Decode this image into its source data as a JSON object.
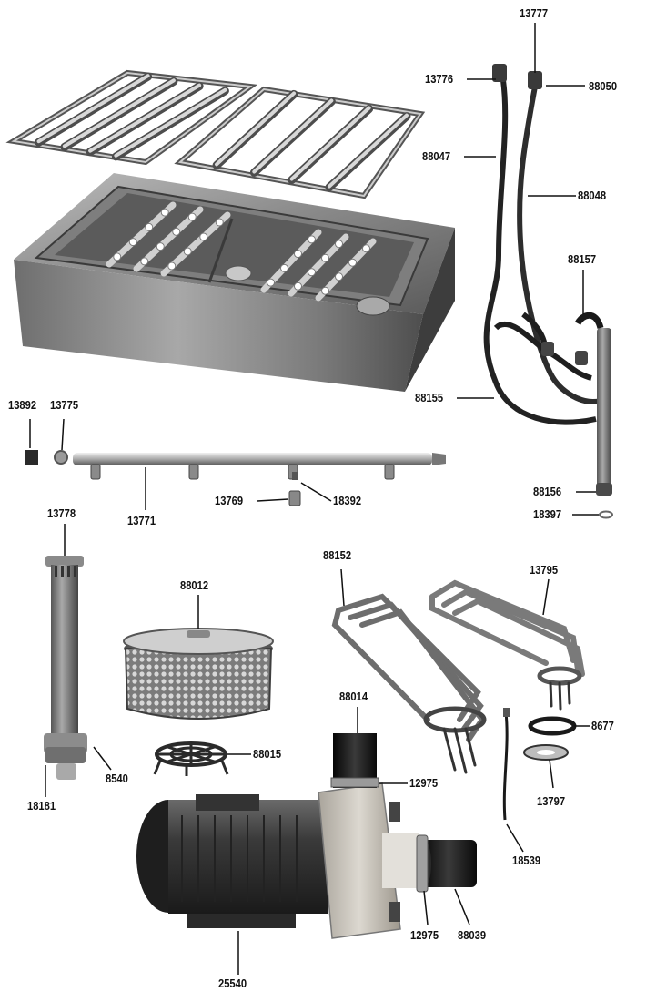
{
  "diagram": {
    "parts": [
      {
        "id": "spray-arm-rack-upper",
        "component": "spray arm rack assembly"
      },
      {
        "id": "wash-tank",
        "component": "stainless wash tank"
      },
      {
        "id": "wash-arm",
        "component": "wash arm tube"
      },
      {
        "id": "hoses",
        "component": "supply hoses and manifold"
      },
      {
        "id": "overflow-tube",
        "component": "overflow standpipe"
      },
      {
        "id": "filter-basket",
        "component": "pump filter basket"
      },
      {
        "id": "filter-grid",
        "component": "filter grid"
      },
      {
        "id": "heating-elements",
        "component": "tank heating elements"
      },
      {
        "id": "pump",
        "component": "wash pump with motor"
      }
    ],
    "callouts": [
      {
        "id": "c13777",
        "text": "13777"
      },
      {
        "id": "c13776",
        "text": "13776"
      },
      {
        "id": "c88050",
        "text": "88050"
      },
      {
        "id": "c88047",
        "text": "88047"
      },
      {
        "id": "c88048",
        "text": "88048"
      },
      {
        "id": "c88157",
        "text": "88157"
      },
      {
        "id": "c88155",
        "text": "88155"
      },
      {
        "id": "c88156",
        "text": "88156"
      },
      {
        "id": "c18397",
        "text": "18397"
      },
      {
        "id": "c13892",
        "text": "13892"
      },
      {
        "id": "c13775",
        "text": "13775"
      },
      {
        "id": "c13769",
        "text": "13769"
      },
      {
        "id": "c18392",
        "text": "18392"
      },
      {
        "id": "c13771",
        "text": "13771"
      },
      {
        "id": "c13778",
        "text": "13778"
      },
      {
        "id": "c88012",
        "text": "88012"
      },
      {
        "id": "c88152",
        "text": "88152"
      },
      {
        "id": "c13795",
        "text": "13795"
      },
      {
        "id": "c88014",
        "text": "88014"
      },
      {
        "id": "c8677",
        "text": "8677"
      },
      {
        "id": "c88015",
        "text": "88015"
      },
      {
        "id": "c13797",
        "text": "13797"
      },
      {
        "id": "c12975a",
        "text": "12975"
      },
      {
        "id": "c8540",
        "text": "8540"
      },
      {
        "id": "c18181",
        "text": "18181"
      },
      {
        "id": "c18539",
        "text": "18539"
      },
      {
        "id": "c12975b",
        "text": "12975"
      },
      {
        "id": "c88039",
        "text": "88039"
      },
      {
        "id": "c25540",
        "text": "25540"
      }
    ]
  },
  "colors": {
    "steel_light": "#d9d9d9",
    "steel_mid": "#9a9a9a",
    "steel_dark": "#4a4a4a",
    "hose": "#2b2b2b",
    "motor": "#3a3a3a",
    "pump_housing": "#c9c4bb",
    "rubber": "#151515",
    "text": "#111111"
  }
}
